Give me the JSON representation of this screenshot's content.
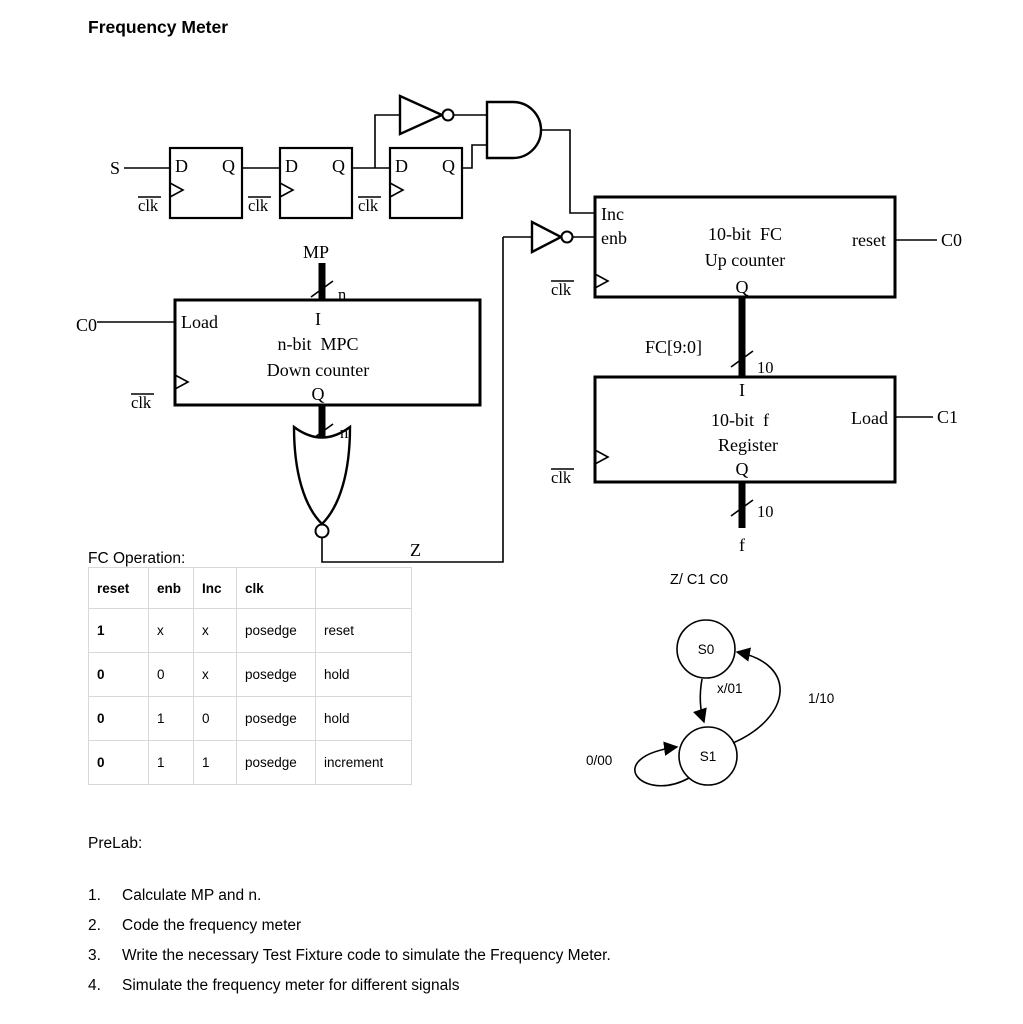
{
  "title": "Frequency Meter",
  "circuit": {
    "input_s": "S",
    "dff_d": "D",
    "dff_q": "Q",
    "clk": "clk",
    "up_counter": {
      "inc": "Inc",
      "enb": "enb",
      "line1": "10-bit  FC",
      "line2": "Up counter",
      "reset": "reset",
      "q": "Q",
      "c0": "C0"
    },
    "fc_bus_label": "FC[9:0]",
    "fc_bus_width": "10",
    "register": {
      "i": "I",
      "line1": "10-bit  f",
      "line2": "Register",
      "load": "Load",
      "q": "Q",
      "c1": "C1",
      "width": "10",
      "out": "f"
    },
    "down_counter": {
      "load": "Load",
      "i": "I",
      "line1": "n-bit  MPC",
      "line2": "Down counter",
      "q": "Q",
      "c0": "C0",
      "mp": "MP",
      "n": "n"
    },
    "z": "Z"
  },
  "fc_operation": {
    "heading": "FC Operation:",
    "headers": [
      "reset",
      "enb",
      "Inc",
      "clk",
      ""
    ],
    "rows": [
      [
        "1",
        "x",
        "x",
        "posedge",
        "reset"
      ],
      [
        "0",
        "0",
        "x",
        "posedge",
        "hold"
      ],
      [
        "0",
        "1",
        "0",
        "posedge",
        "hold"
      ],
      [
        "0",
        "1",
        "1",
        "posedge",
        "increment"
      ]
    ]
  },
  "state_machine": {
    "caption": "Z/ C1 C0",
    "s0": "S0",
    "s1": "S1",
    "t_s0_s1": "x/01",
    "t_s1_s0": "1/10",
    "t_s1_self": "0/00"
  },
  "prelab": {
    "heading": "PreLab:",
    "items": [
      {
        "num": "1.",
        "text": "Calculate MP and n."
      },
      {
        "num": "2.",
        "text": "Code the frequency meter"
      },
      {
        "num": "3.",
        "text": "Write the necessary Test Fixture code to simulate the Frequency Meter."
      },
      {
        "num": "4.",
        "text": "Simulate the frequency meter for different signals"
      }
    ]
  }
}
